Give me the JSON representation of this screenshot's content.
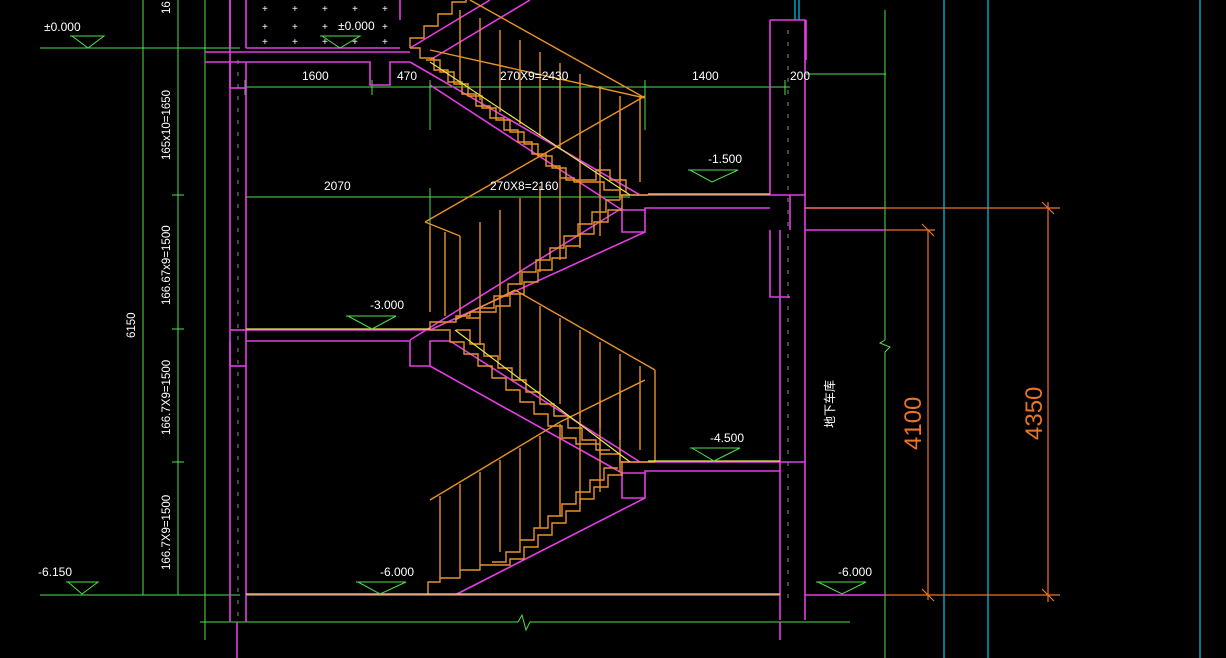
{
  "colors": {
    "background": "#000000",
    "wall": "#e23ee2",
    "stair": "#e8932a",
    "dimension": "#4fe04f",
    "axis": "#00c8f0",
    "orange_dim": "#e8742a",
    "text": "#ffffff",
    "floor_line": "#e8e84a"
  },
  "elevations": {
    "e_0000_left": "±0.000",
    "e_0000_right": "±0.000",
    "e_1500": "-1.500",
    "e_3000": "-3.000",
    "e_4500": "-4.500",
    "e_6000_left": "-6.000",
    "e_6000_right": "-6.000",
    "e_6150": "-6.150"
  },
  "dimensions": {
    "d_1600": "1600",
    "d_470": "470",
    "d_2430": "270X9=2430",
    "d_1400": "1400",
    "d_200": "200",
    "d_2070": "2070",
    "d_2160": "270X8=2160",
    "v_6150": "6150",
    "v_1650": "165x10=1650",
    "v_1500_a": "166.67x9=1500",
    "v_1500_b": "166.7X9=1500",
    "v_1500_c": "166.7X9=1500",
    "v_top": "16",
    "big_4100": "4100",
    "big_4350": "4350"
  },
  "labels": {
    "garage": "地下车库"
  }
}
